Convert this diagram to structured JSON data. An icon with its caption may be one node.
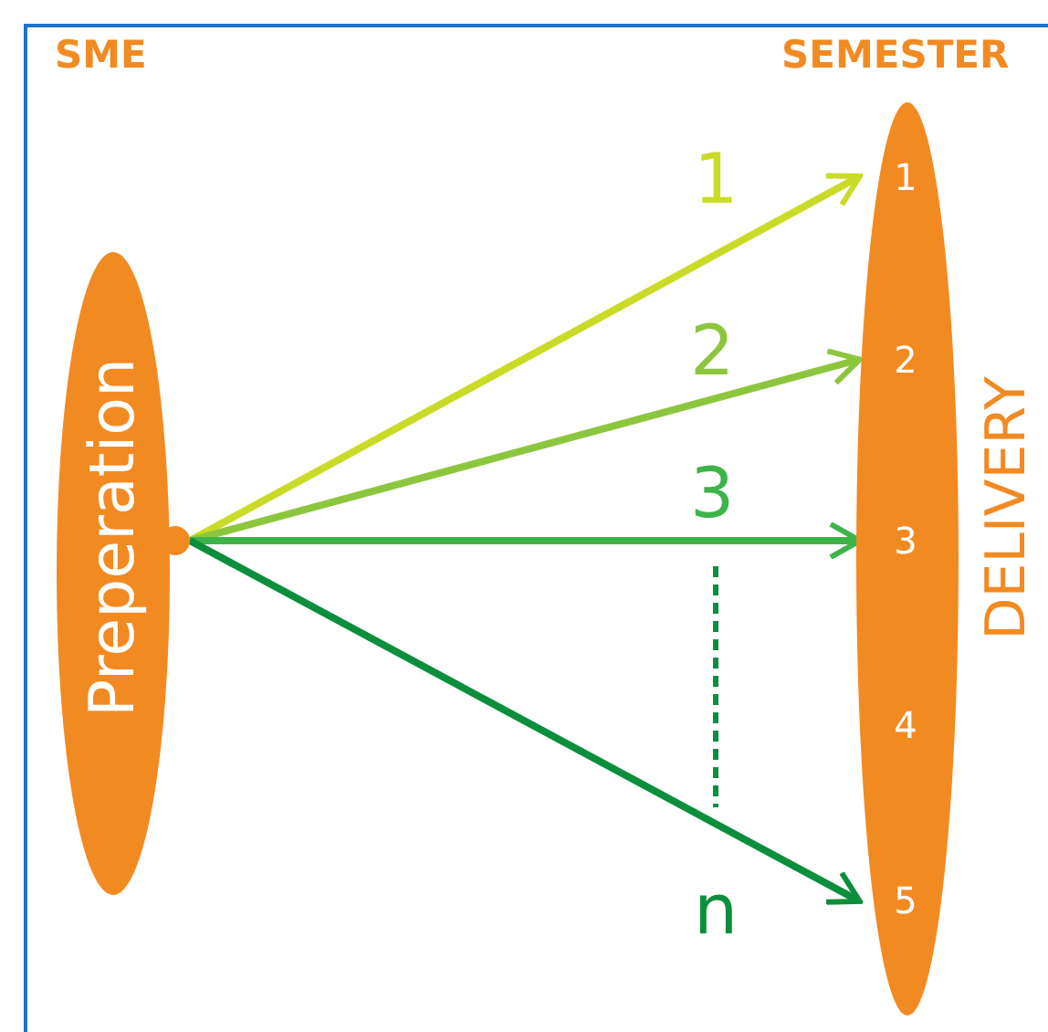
{
  "diagram": {
    "nodes": [
      {
        "text": [
          "SME",
          "Preperation"
        ]
      },
      {
        "text": [
          "SEMESTER"
        ],
        "beside": [
          "DELIVERY"
        ]
      },
      {
        "text": [
          "1"
        ],
        "in": 1
      },
      {
        "text": [
          "2"
        ],
        "in": 1
      },
      {
        "text": [
          "3"
        ],
        "in": 1
      },
      {
        "text": [
          "4"
        ],
        "in": 1
      },
      {
        "text": [
          "5"
        ],
        "in": 1
      }
    ],
    "edges": [
      {
        "from": 0,
        "to": 2,
        "arrow": "to",
        "label": "1",
        "color": "#c9db26"
      },
      {
        "from": 0,
        "to": 3,
        "arrow": "to",
        "label": "2",
        "color": "#8cc63f"
      },
      {
        "from": 0,
        "to": 4,
        "arrow": "to",
        "label": "3",
        "color": "#3cb44a"
      },
      {
        "from": 0,
        "to": 6,
        "arrow": "to",
        "label": "n",
        "color": "#0b8f3c"
      }
    ]
  }
}
